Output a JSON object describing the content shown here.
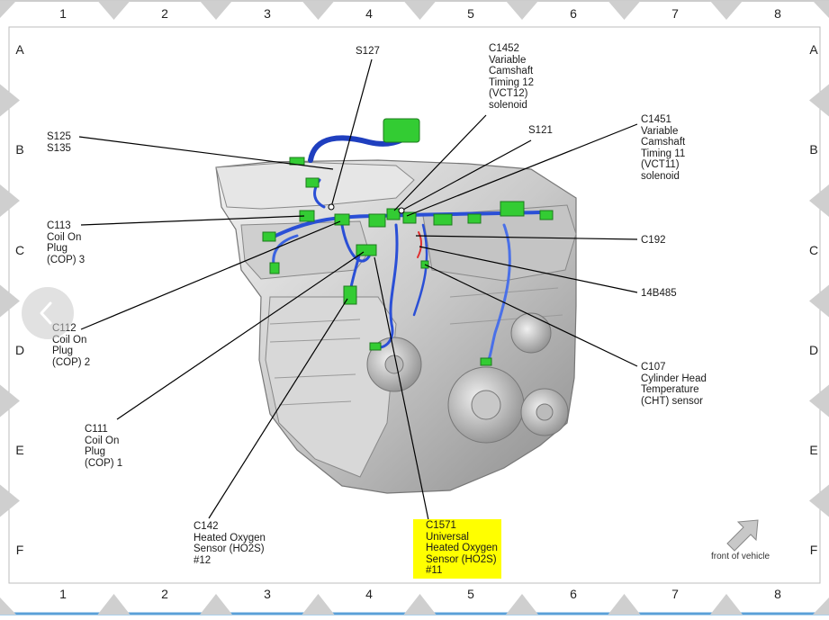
{
  "grid": {
    "columns": [
      "1",
      "2",
      "3",
      "4",
      "5",
      "6",
      "7",
      "8"
    ],
    "rows": [
      "A",
      "B",
      "C",
      "D",
      "E",
      "F"
    ]
  },
  "callouts": {
    "s127": "S127",
    "c1452": "C1452\nVariable\nCamshaft\nTiming 12\n(VCT12)\nsolenoid",
    "s125_s135": "S125\nS135",
    "s121": "S121",
    "c1451": "C1451\nVariable\nCamshaft\nTiming 11\n(VCT11)\nsolenoid",
    "c113": "C113\nCoil On\nPlug\n(COP) 3",
    "c192": "C192",
    "c112": "C112\nCoil On\nPlug\n(COP) 2",
    "h14b485": "14B485",
    "c107": "C107\nCylinder Head\nTemperature\n(CHT) sensor",
    "c111": "C111\nCoil On\nPlug\n(COP) 1",
    "c142": "C142\nHeated Oxygen\nSensor (HO2S)\n#12",
    "c1571": "C1571\nUniversal\nHeated Oxygen\nSensor (HO2S)\n#11"
  },
  "orientation": {
    "label": "front of vehicle",
    "icon": "arrow-up-right-icon"
  },
  "nav": {
    "icon": "chevron-left-icon"
  },
  "colors": {
    "highlight": "#ffff00",
    "connector": "#33cc33",
    "harness": "#2a4fd6",
    "frame": "#cfcfcf"
  }
}
